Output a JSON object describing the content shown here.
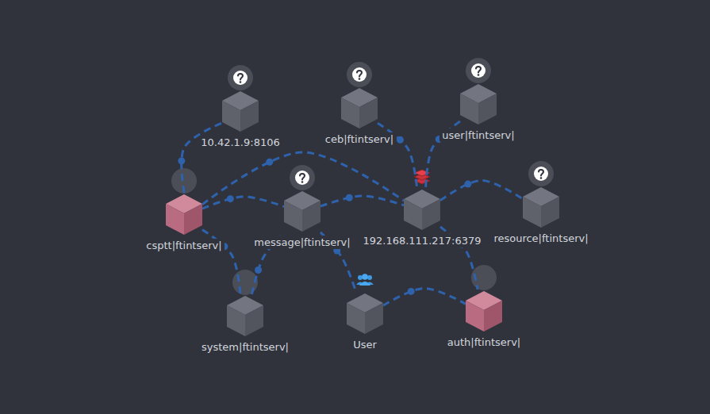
{
  "diagram": {
    "nodes": [
      {
        "text": [
          "10.42.1.9:8106"
        ]
      },
      {
        "text": [
          "ceb|ftintserv|"
        ]
      },
      {
        "text": [
          "user|ftintserv|"
        ]
      },
      {
        "text": [
          "csptt|ftintserv|"
        ]
      },
      {
        "text": [
          "message|ftintserv|"
        ]
      },
      {
        "text": [
          "192.168.111.217:6379"
        ]
      },
      {
        "text": [
          "resource|ftintserv|"
        ]
      },
      {
        "text": [
          "system|ftintserv|"
        ]
      },
      {
        "text": [
          "User"
        ]
      },
      {
        "text": [
          "auth|ftintserv|"
        ]
      }
    ],
    "edges": [
      {
        "from": 3,
        "to": 0,
        "arrow": "none"
      },
      {
        "from": 3,
        "to": 5,
        "arrow": "none"
      },
      {
        "from": 3,
        "to": 4,
        "arrow": "none"
      },
      {
        "from": 3,
        "to": 7,
        "arrow": "none"
      },
      {
        "from": 4,
        "to": 5,
        "arrow": "none"
      },
      {
        "from": 4,
        "to": 8,
        "arrow": "none"
      },
      {
        "from": 7,
        "to": 4,
        "arrow": "none"
      },
      {
        "from": 1,
        "to": 5,
        "arrow": "none"
      },
      {
        "from": 2,
        "to": 5,
        "arrow": "none"
      },
      {
        "from": 5,
        "to": 6,
        "arrow": "none"
      },
      {
        "from": 5,
        "to": 9,
        "arrow": "none"
      },
      {
        "from": 8,
        "to": 9,
        "arrow": "none"
      }
    ]
  }
}
